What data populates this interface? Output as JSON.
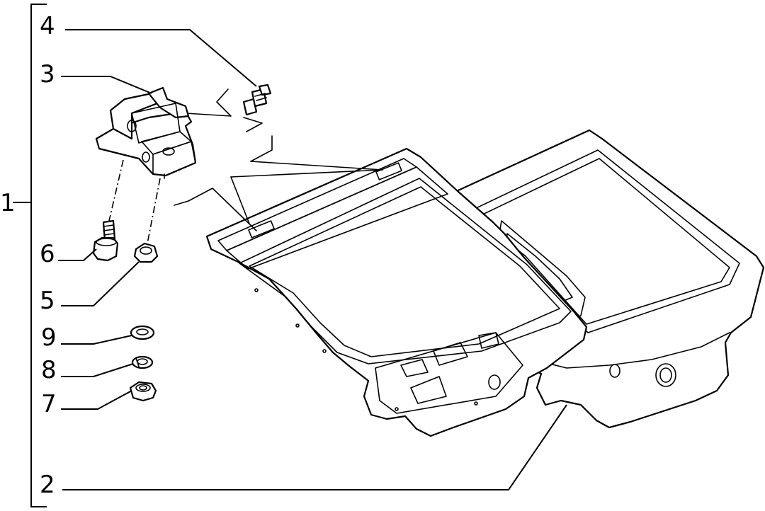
{
  "labels": {
    "assembly": "1",
    "tailgate": "2",
    "hinge": "3",
    "stud": "4",
    "nut": "5",
    "bolt": "6",
    "locknut": "7",
    "spring_washer": "8",
    "flat_washer": "9"
  },
  "colors": {
    "ink": "#000000",
    "paper": "#ffffff"
  }
}
